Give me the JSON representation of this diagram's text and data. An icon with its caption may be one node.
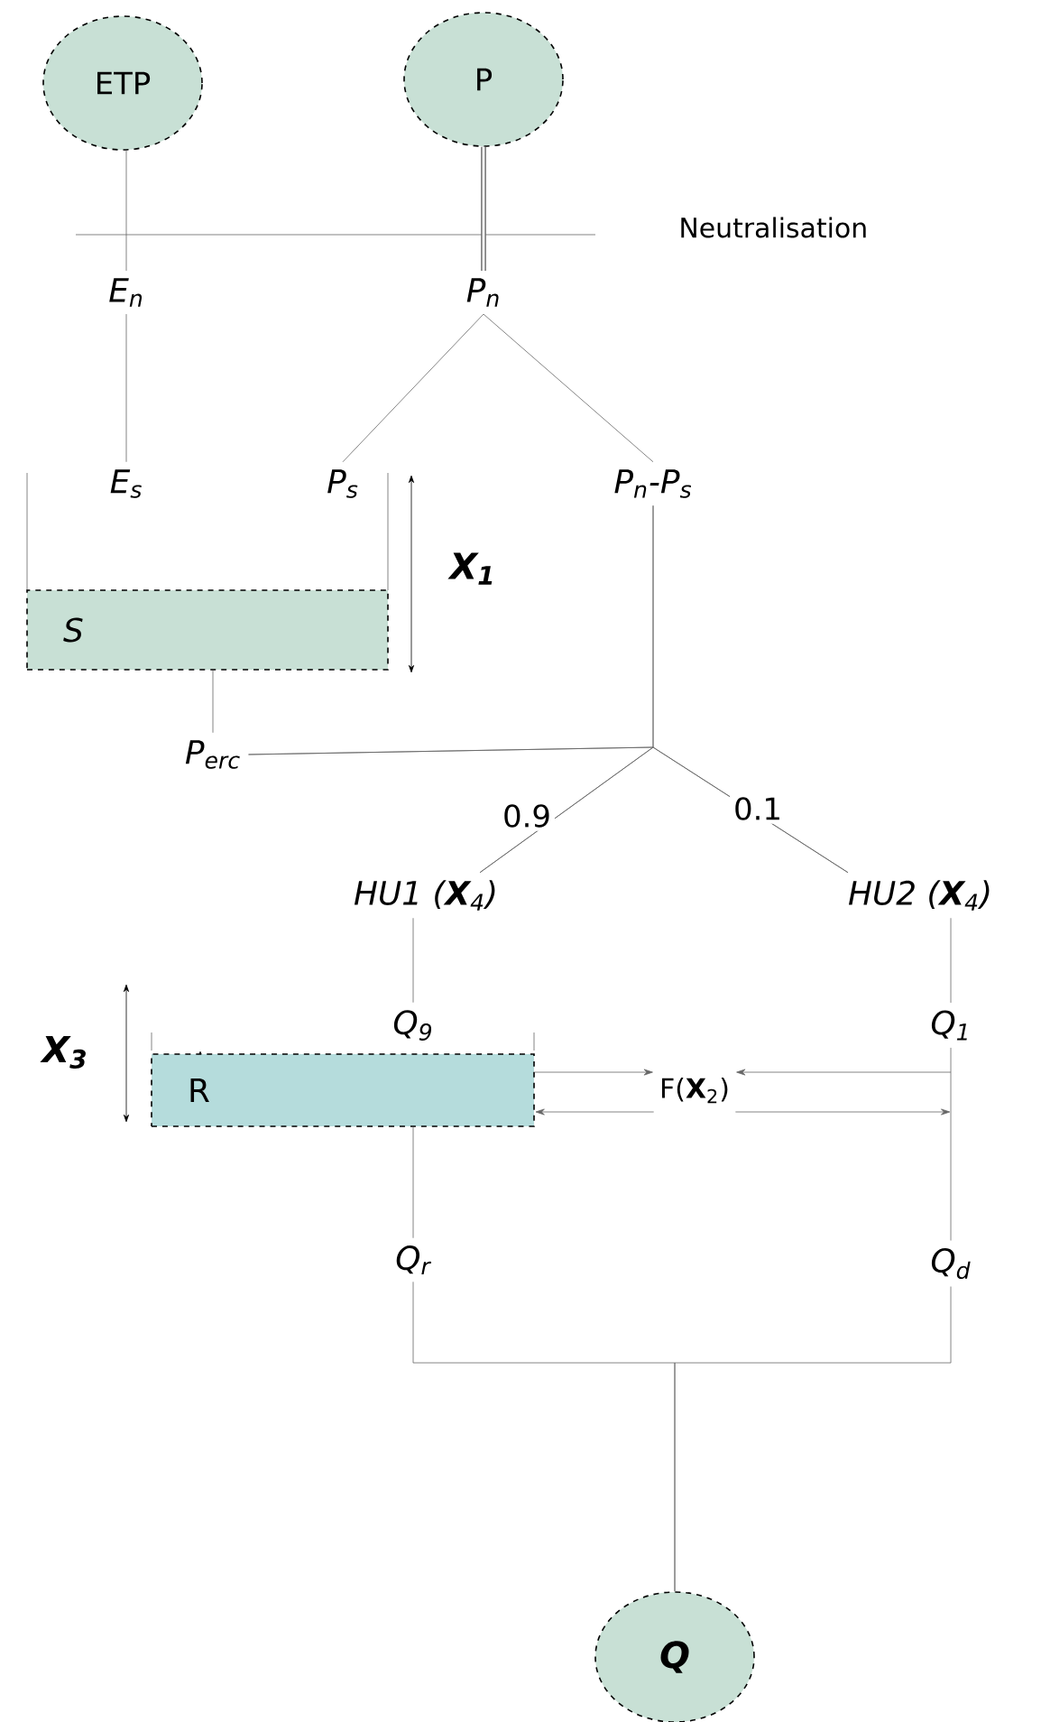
{
  "diagram": {
    "nodes": [
      {
        "text": [
          "ETP"
        ]
      },
      {
        "text": [
          "P"
        ]
      },
      {
        "text": [
          "E$_{n}$"
        ]
      },
      {
        "text": [
          "P$_{n}$"
        ]
      },
      {
        "text": [
          "E$_{s}$"
        ]
      },
      {
        "text": [
          "P$_{s}$"
        ]
      },
      {
        "text": [
          "P$_{n}$-P$_{s}$"
        ]
      },
      {
        "text": [
          "S"
        ]
      },
      {
        "text": [
          "P$_{erc}$"
        ]
      },
      {
        "text": [
          "HU1 (**X**$_{4}$)"
        ]
      },
      {
        "text": [
          "HU2 (**X**$_{4}$)"
        ]
      },
      {
        "text": [
          "Q$_{9}$"
        ]
      },
      {
        "text": [
          "Q$_{1}$"
        ]
      },
      {
        "text": [
          "R"
        ]
      },
      {
        "text": [
          "F(**X**$_{2}$)"
        ]
      },
      {
        "text": [
          "Q$_{r}$"
        ]
      },
      {
        "text": [
          "Q$_{d}$"
        ]
      },
      {
        "text": [
          "Q"
        ]
      }
    ],
    "edges": [
      {
        "from": 0,
        "to": 2,
        "arrow": "none"
      },
      {
        "from": 1,
        "to": 3,
        "arrow": "none",
        "style": "thick"
      },
      {
        "from": 2,
        "to": 4,
        "arrow": "none"
      },
      {
        "from": 3,
        "to": 5,
        "arrow": "none"
      },
      {
        "from": 3,
        "to": 6,
        "arrow": "none"
      },
      {
        "from": 7,
        "to": 8,
        "arrow": "none"
      },
      {
        "from": 6,
        "to": 9,
        "arrow": "none",
        "label": "0.9"
      },
      {
        "from": 6,
        "to": 10,
        "arrow": "none",
        "label": "0.1"
      },
      {
        "from": 8,
        "to": 9,
        "arrow": "none"
      },
      {
        "from": 8,
        "to": 10,
        "arrow": "none"
      },
      {
        "from": 9,
        "to": 11,
        "arrow": "none"
      },
      {
        "from": 10,
        "to": 12,
        "arrow": "none"
      },
      {
        "from": 13,
        "to": 14,
        "arrow": "to"
      },
      {
        "from": 14,
        "to": 13,
        "arrow": "to"
      },
      {
        "from": 12,
        "to": 14,
        "arrow": "to"
      },
      {
        "from": 14,
        "to": 12,
        "arrow": "to"
      },
      {
        "from": 13,
        "to": 15,
        "arrow": "none"
      },
      {
        "from": 12,
        "to": 16,
        "arrow": "none"
      },
      {
        "from": 15,
        "to": 17,
        "arrow": "none"
      },
      {
        "from": 16,
        "to": 17,
        "arrow": "none"
      }
    ],
    "labels": [
      "Neutralisation",
      "X$_{1}$",
      "X$_{3}$"
    ]
  }
}
